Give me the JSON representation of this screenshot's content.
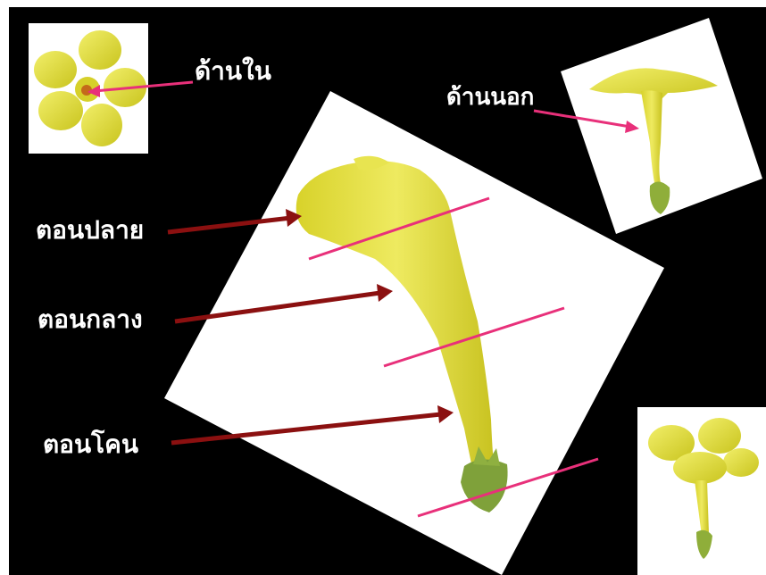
{
  "labels": {
    "inner": "ด้านใน",
    "outer": "ด้านนอก",
    "tip": "ตอนปลาย",
    "middle": "ตอนกลาง",
    "base": "ตอนโคน"
  },
  "colors": {
    "background": "#000000",
    "panel": "#ffffff",
    "flower_yellow": "#e3e034",
    "dark_arrow": "#8b1010",
    "pink_line": "#e8307a"
  },
  "images": [
    {
      "name": "flower-inner-view",
      "description_icon": "flower-front-photo"
    },
    {
      "name": "flower-outer-view",
      "description_icon": "flower-side-photo"
    },
    {
      "name": "flower-main-tube",
      "description_icon": "flower-tube-photo"
    },
    {
      "name": "flower-whole",
      "description_icon": "flower-whole-photo"
    }
  ]
}
